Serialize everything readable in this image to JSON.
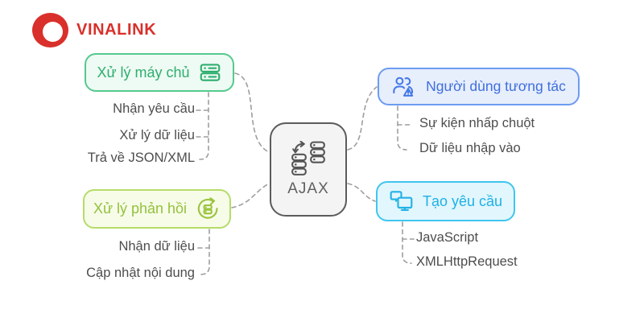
{
  "logo": {
    "text": "VINALINK"
  },
  "center": {
    "label": "AJAX",
    "icon": "data-exchange-icon"
  },
  "palette": {
    "brand_red": "#d9302b",
    "server_green": "#2fae6e",
    "response_lime": "#94c13d",
    "user_blue": "#3f6fdd",
    "request_cyan": "#1fb0e6",
    "center_gray": "#555555",
    "connector_gray": "#9e9e9e",
    "subtopic_text": "#4d4d4d"
  },
  "branches": [
    {
      "title": "Xử lý máy chủ",
      "icon": "server-icon",
      "side": "left-top",
      "children": [
        "Nhận yêu cầu",
        "Xử lý dữ liệu",
        "Trả về JSON/XML"
      ]
    },
    {
      "title": "Xử lý phản hồi",
      "icon": "refresh-cycle-icon",
      "side": "left-bottom",
      "children": [
        "Nhận dữ liệu",
        "Cập nhật nội dung"
      ]
    },
    {
      "title": "Người dùng tương tác",
      "icon": "users-alert-icon",
      "side": "right-top",
      "children": [
        "Sự kiện nhấp chuột",
        "Dữ liệu nhập vào"
      ]
    },
    {
      "title": "Tạo yêu cầu",
      "icon": "computers-icon",
      "side": "right-bottom",
      "children": [
        "JavaScript",
        "XMLHttpRequest"
      ]
    }
  ]
}
